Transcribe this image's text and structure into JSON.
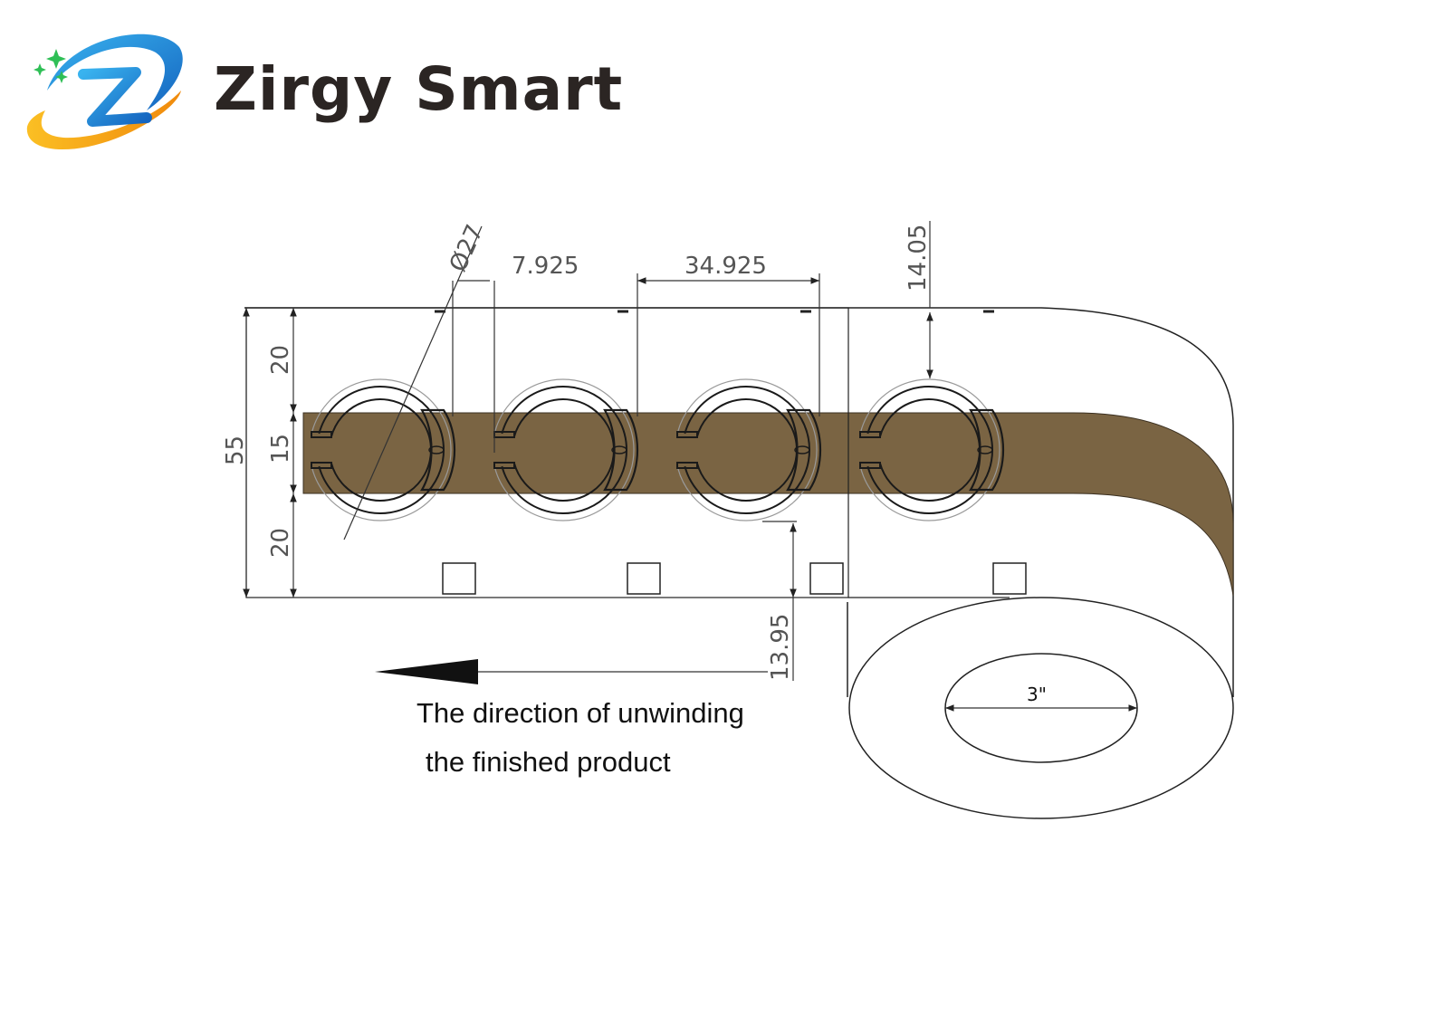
{
  "brand": {
    "name": "Zirgy Smart",
    "logo_icon": "zirgy-z-swirl-logo",
    "colors": {
      "blue": "#1d8fd8",
      "orange": "#f39a12",
      "green": "#2fbf56"
    }
  },
  "drawing": {
    "strip_color": "#7a6443",
    "dimensions": {
      "diameter": "Ø27",
      "pitch_small": "7.925",
      "pitch_large": "34.925",
      "top_offset": "14.05",
      "bottom_offset": "13.95",
      "total_width": "55",
      "top_margin": "20",
      "strip_width": "15",
      "bottom_margin": "20",
      "core": "3\""
    },
    "caption_line1": "The direction of unwinding",
    "caption_line2": "the finished product"
  }
}
